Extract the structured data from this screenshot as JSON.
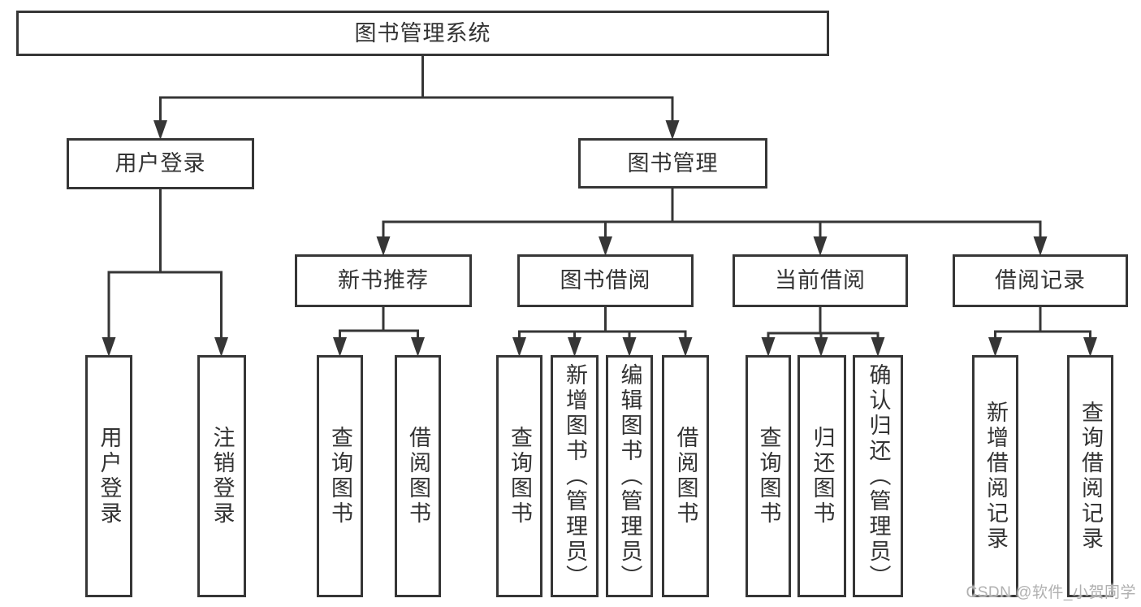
{
  "colors": {
    "line_color": "#363636",
    "text_color": "#333333",
    "box_bg": "#ffffff",
    "page_bg": "#ffffff",
    "watermark_color": "#b0b0b0"
  },
  "watermark": {
    "text": "CSDN @软件_小贺同学"
  },
  "tree": {
    "root": {
      "label": "图书管理系统",
      "children": [
        {
          "label": "用户登录",
          "children": [
            {
              "label": "用户登录"
            },
            {
              "label": "注销登录"
            }
          ]
        },
        {
          "label": "图书管理",
          "children": [
            {
              "label": "新书推荐",
              "children": [
                {
                  "label": "查询图书"
                },
                {
                  "label": "借阅图书"
                }
              ]
            },
            {
              "label": "图书借阅",
              "children": [
                {
                  "label": "查询图书"
                },
                {
                  "label": "新增图书（管理员）"
                },
                {
                  "label": "编辑图书（管理员）"
                },
                {
                  "label": "借阅图书"
                }
              ]
            },
            {
              "label": "当前借阅",
              "children": [
                {
                  "label": "查询图书"
                },
                {
                  "label": "归还图书"
                },
                {
                  "label": "确认归还（管理员）"
                }
              ]
            },
            {
              "label": "借阅记录",
              "children": [
                {
                  "label": "新增借阅记录"
                },
                {
                  "label": "查询借阅记录"
                }
              ]
            }
          ]
        }
      ]
    }
  }
}
